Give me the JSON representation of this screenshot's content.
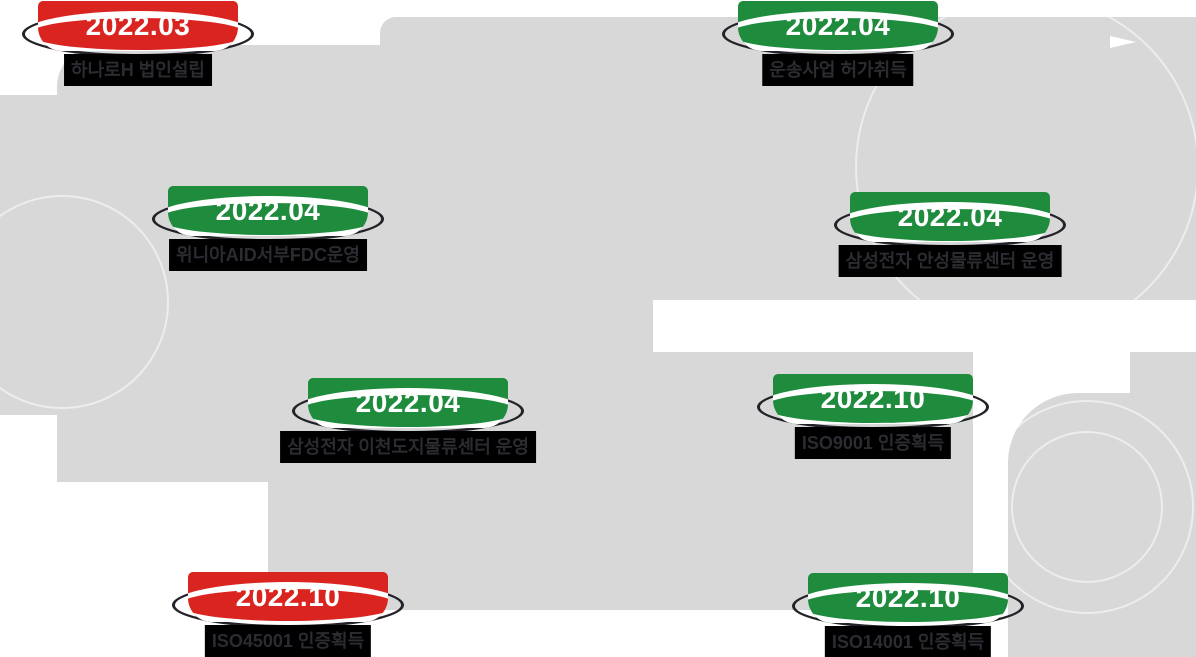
{
  "page": {
    "title": "회사 연혁 2022",
    "background": "#ffffff"
  },
  "colors": {
    "green": "#1e8b3d",
    "red": "#d9241f",
    "road": "#d8d8d8",
    "labelBg": "#000000",
    "labelText": "#2b2b31"
  },
  "road": {
    "description": "light gray serpentine path with direction arrow at top right",
    "arrow_icon": "direction-arrow-right",
    "decorations": [
      "faint-white-ring-left",
      "faint-white-ring-top-right",
      "faint-white-double-ring-bottom-right"
    ]
  },
  "timeline": {
    "year": "2022",
    "items": [
      {
        "date": "2022.03",
        "badge_color": "red",
        "label": "하나로H 법인설립"
      },
      {
        "date": "2022.04",
        "badge_color": "green",
        "label": "운송사업 허가취득"
      },
      {
        "date": "2022.04",
        "badge_color": "green",
        "label": "위니아AID서부FDC운영"
      },
      {
        "date": "2022.04",
        "badge_color": "green",
        "label": "삼성전자 안성물류센터 운영"
      },
      {
        "date": "2022.04",
        "badge_color": "green",
        "label": "삼성전자 이천도지물류센터 운영"
      },
      {
        "date": "2022.10",
        "badge_color": "green",
        "label": "ISO9001 인증획득"
      },
      {
        "date": "2022.10",
        "badge_color": "red",
        "label": "ISO45001 인증획득"
      },
      {
        "date": "2022.10",
        "badge_color": "green",
        "label": "ISO14001 인증획득"
      }
    ]
  }
}
